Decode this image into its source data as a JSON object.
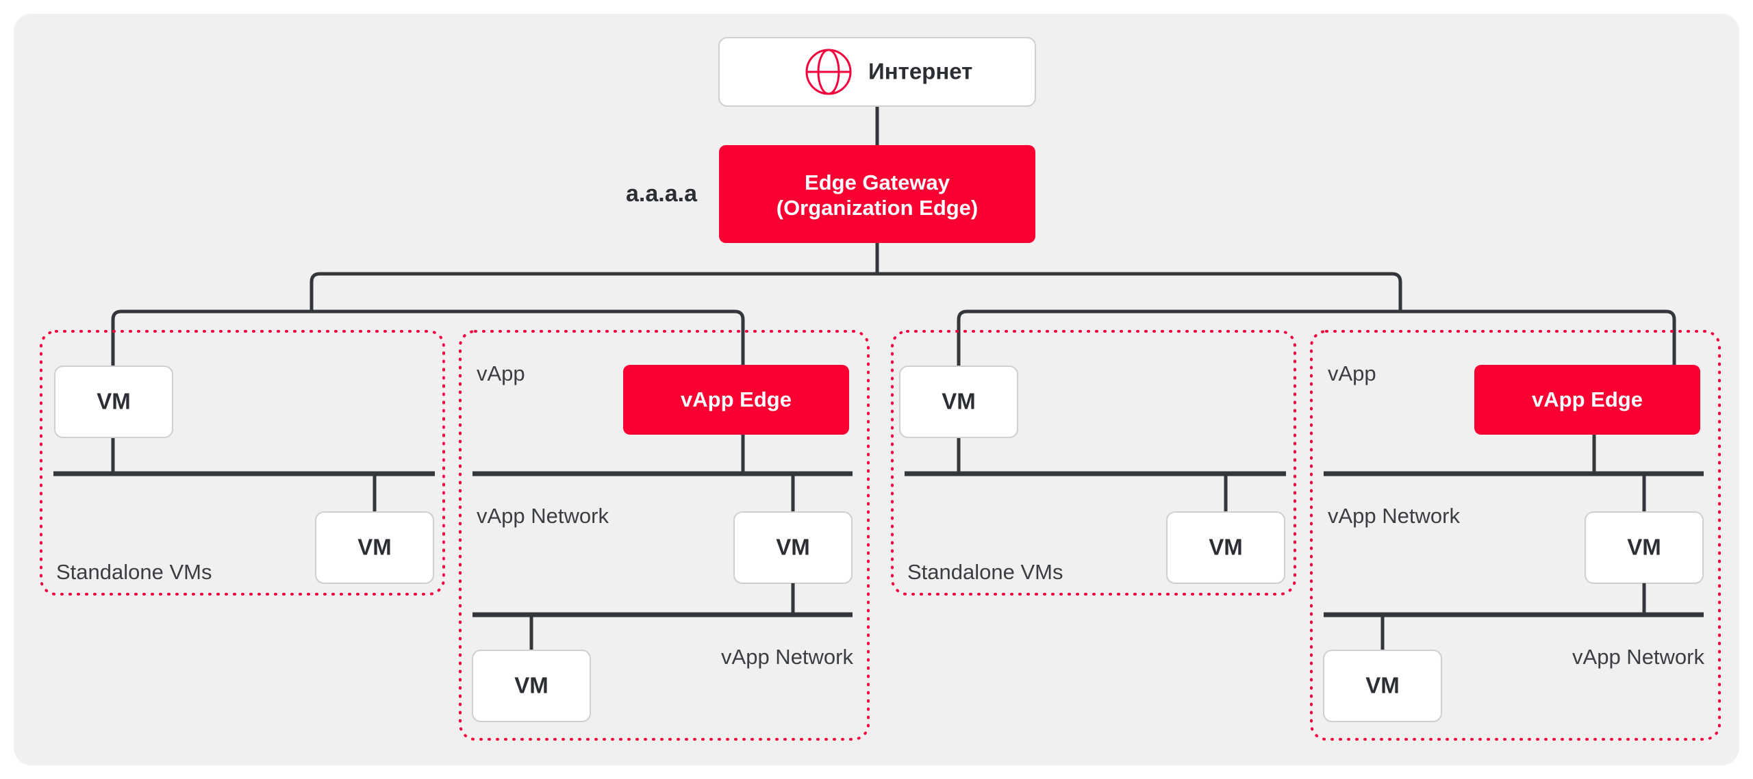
{
  "diagram": {
    "title_node": {
      "label": "Интернет",
      "icon": "globe-icon"
    },
    "colors": {
      "canvas": "#F0F0F0",
      "accent_red": "#FA0032",
      "group_border_red": "#F5003C",
      "line_dark": "#33363A",
      "node_white": "#FFFFFF",
      "node_border": "#CFCFCF",
      "text_dark": "#2B2E33"
    },
    "edge_gateway": {
      "line1": "Edge Gateway",
      "line2": "(Organization Edge)",
      "ip_label": "a.a.a.a"
    },
    "vm_label": "VM",
    "groups": [
      {
        "type": "standalone",
        "label": "Standalone VMs",
        "vms": [
          "VM",
          "VM"
        ]
      },
      {
        "type": "vapp",
        "label": "vApp",
        "edge_label": "vApp Edge",
        "networks": [
          "vApp Network",
          "vApp Network"
        ],
        "vms": [
          "VM",
          "VM"
        ]
      },
      {
        "type": "standalone",
        "label": "Standalone VMs",
        "vms": [
          "VM",
          "VM"
        ]
      },
      {
        "type": "vapp",
        "label": "vApp",
        "edge_label": "vApp Edge",
        "networks": [
          "vApp Network",
          "vApp Network"
        ],
        "vms": [
          "VM",
          "VM"
        ]
      }
    ]
  }
}
